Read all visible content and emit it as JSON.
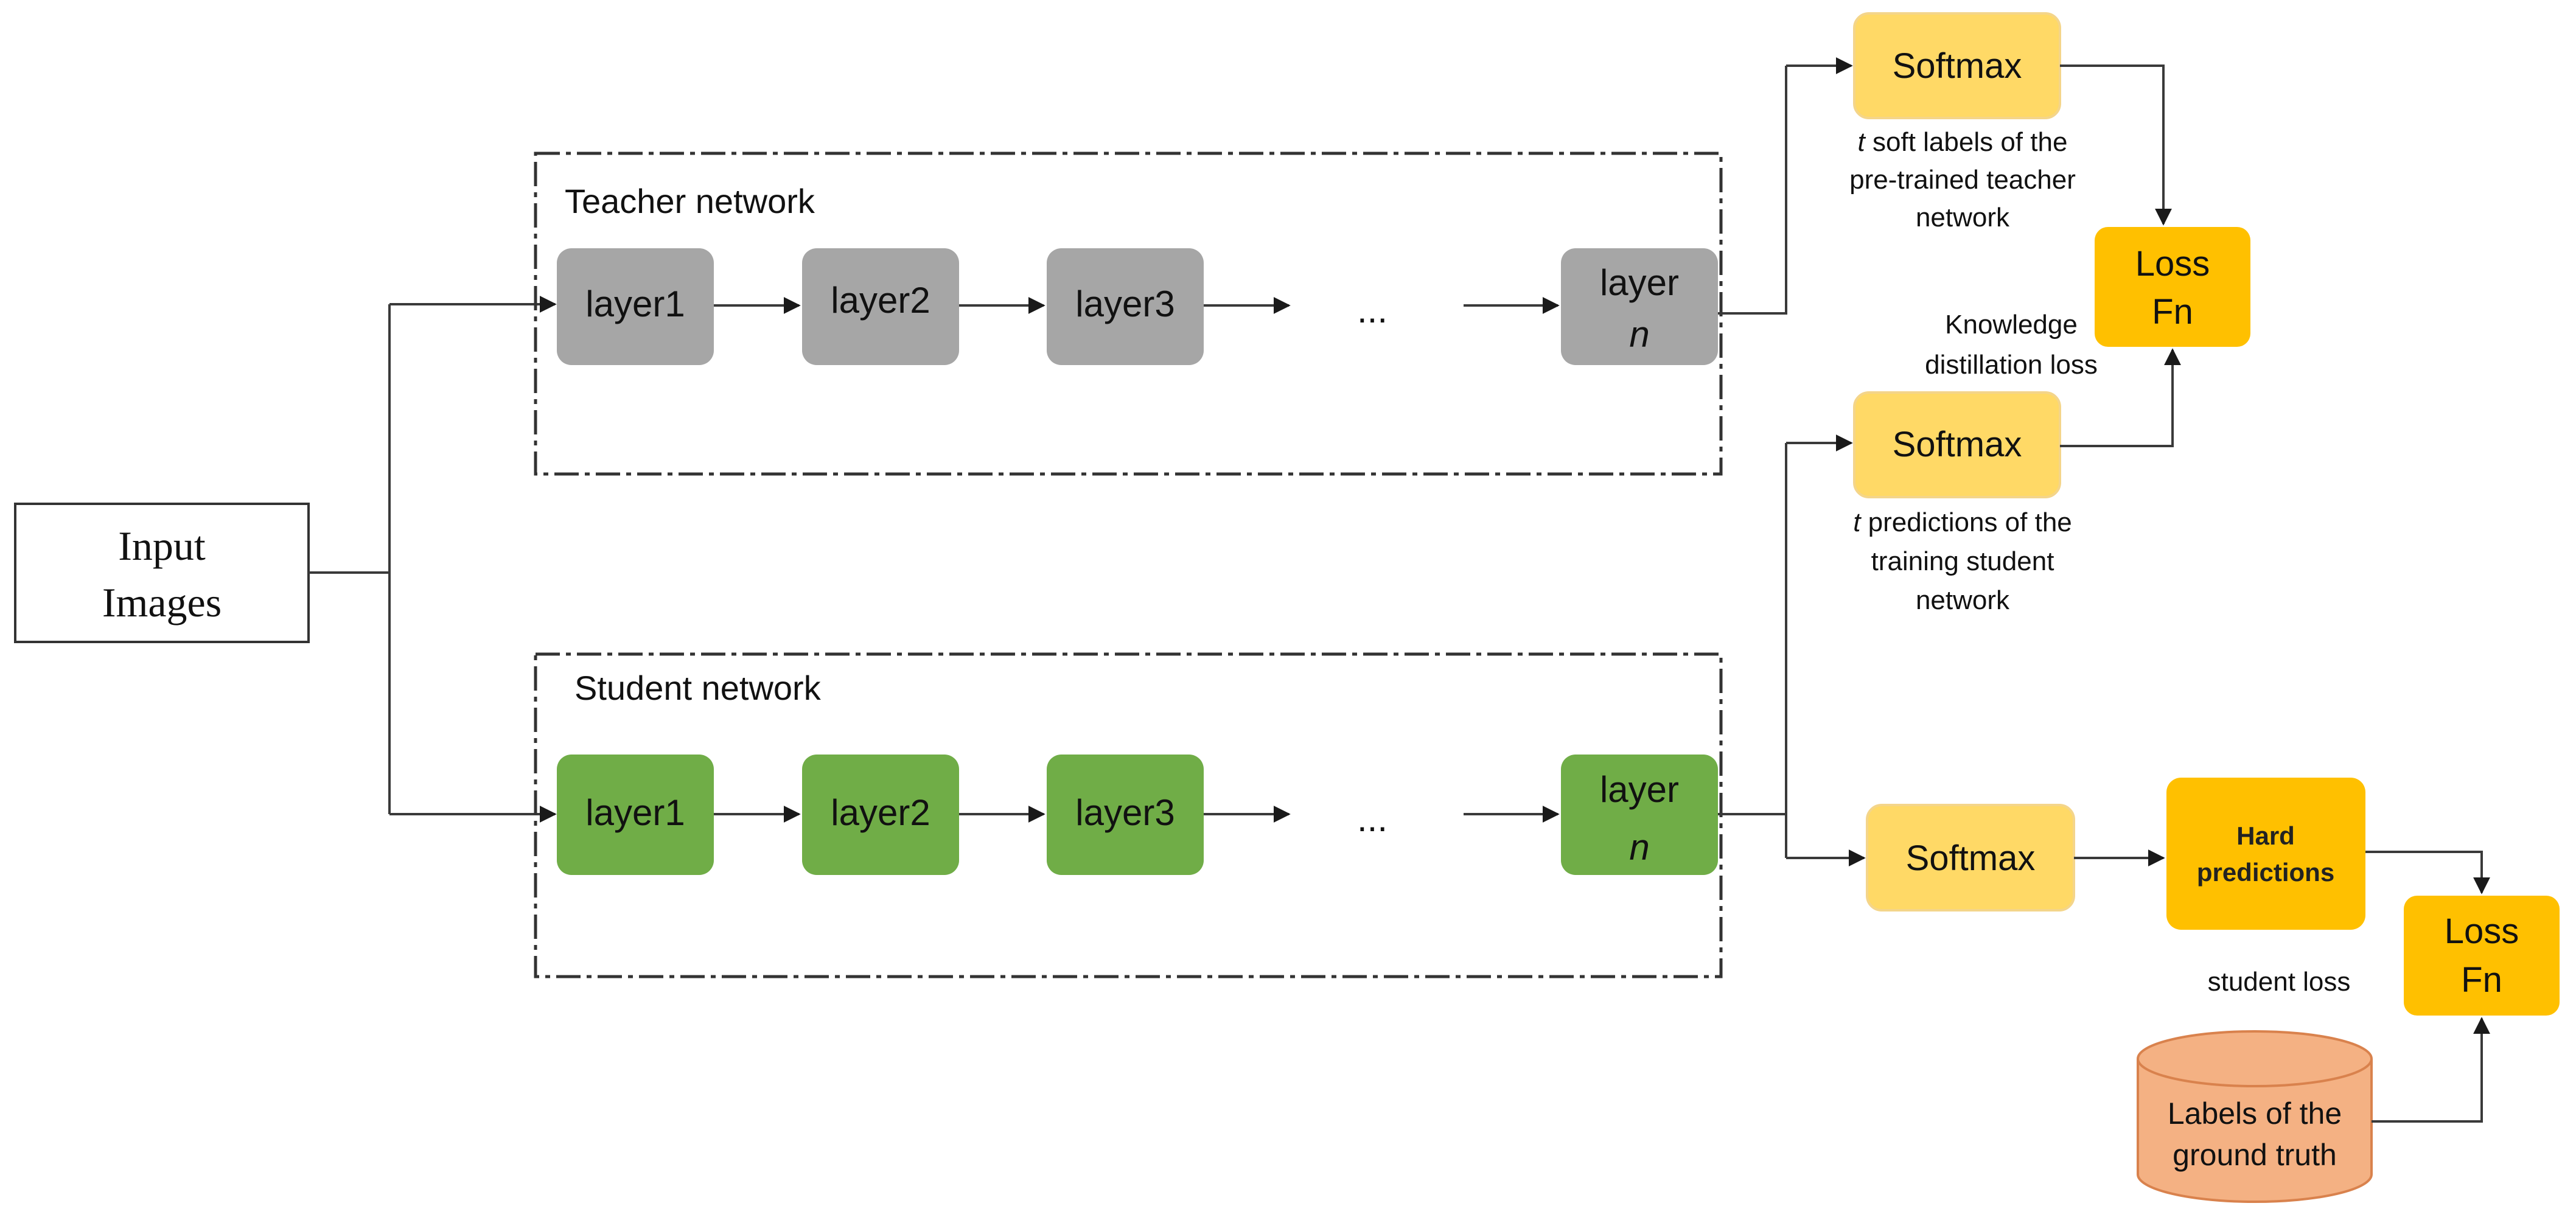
{
  "input": {
    "line1": "Input",
    "line2": "Images"
  },
  "teacher": {
    "title": "Teacher network",
    "layers": [
      "layer1",
      "layer2",
      "layer3"
    ],
    "ellipsis": "...",
    "last_layer": {
      "line1": "layer",
      "line2": "n"
    },
    "color": "#a6a6a6"
  },
  "student": {
    "title": "Student network",
    "layers": [
      "layer1",
      "layer2",
      "layer3"
    ],
    "ellipsis": "...",
    "last_layer": {
      "line1": "layer",
      "line2": "n"
    },
    "color": "#70ad47"
  },
  "softmax_teacher": {
    "label": "Softmax",
    "caption": {
      "italic": "t",
      "line1": " soft labels of the",
      "line2": "pre-trained teacher",
      "line3": "network"
    }
  },
  "softmax_student": {
    "label": "Softmax",
    "caption": {
      "italic": "t",
      "line1": " predictions of the",
      "line2": "training student",
      "line3": "network"
    }
  },
  "softmax_hard": {
    "label": "Softmax"
  },
  "hard_predictions": {
    "line1": "Hard",
    "line2": "predictions"
  },
  "loss_kd": {
    "line1": "Loss",
    "line2": "Fn",
    "caption": {
      "line1": "Knowledge",
      "line2": "distillation loss"
    }
  },
  "loss_student": {
    "line1": "Loss",
    "line2": "Fn",
    "caption": "student  loss"
  },
  "ground_truth": {
    "line1": "Labels of the",
    "line2": "ground truth"
  },
  "colors": {
    "softmax_fill": "#ffd966",
    "loss_fill": "#ffc000",
    "ground_truth_fill": "#f4b183"
  }
}
